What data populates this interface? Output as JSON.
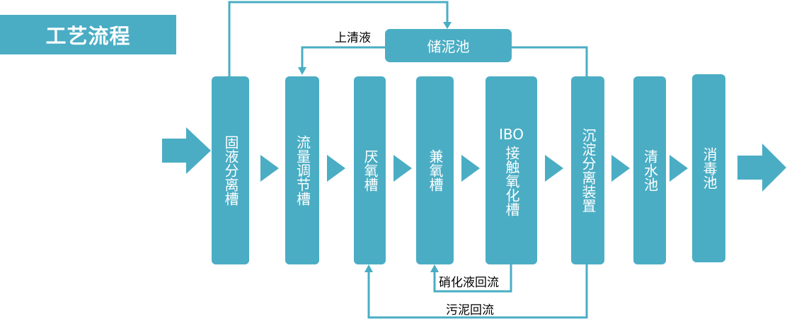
{
  "title": "工艺流程",
  "stages": [
    {
      "id": "solid-liquid-separation-tank",
      "label": "固液分离槽"
    },
    {
      "id": "flow-equalization-tank",
      "label": "流量调节槽"
    },
    {
      "id": "anaerobic-tank",
      "label": "厌氧槽"
    },
    {
      "id": "facultative-tank",
      "label": "兼氧槽"
    },
    {
      "id": "ibo-contact-oxidation-tank",
      "label_top": "IBO",
      "label": "接触氧化槽"
    },
    {
      "id": "sedimentation-separator",
      "label": "沉淀分离装置"
    },
    {
      "id": "clear-water-tank",
      "label": "清水池"
    },
    {
      "id": "disinfection-tank",
      "label": "消毒池"
    }
  ],
  "sludge_tank": "储泥池",
  "labels": {
    "supernatant": "上清液",
    "nitrified_reflux": "硝化液回流",
    "sludge_reflux": "污泥回流"
  },
  "colors": {
    "primary": "#4aadc4"
  }
}
